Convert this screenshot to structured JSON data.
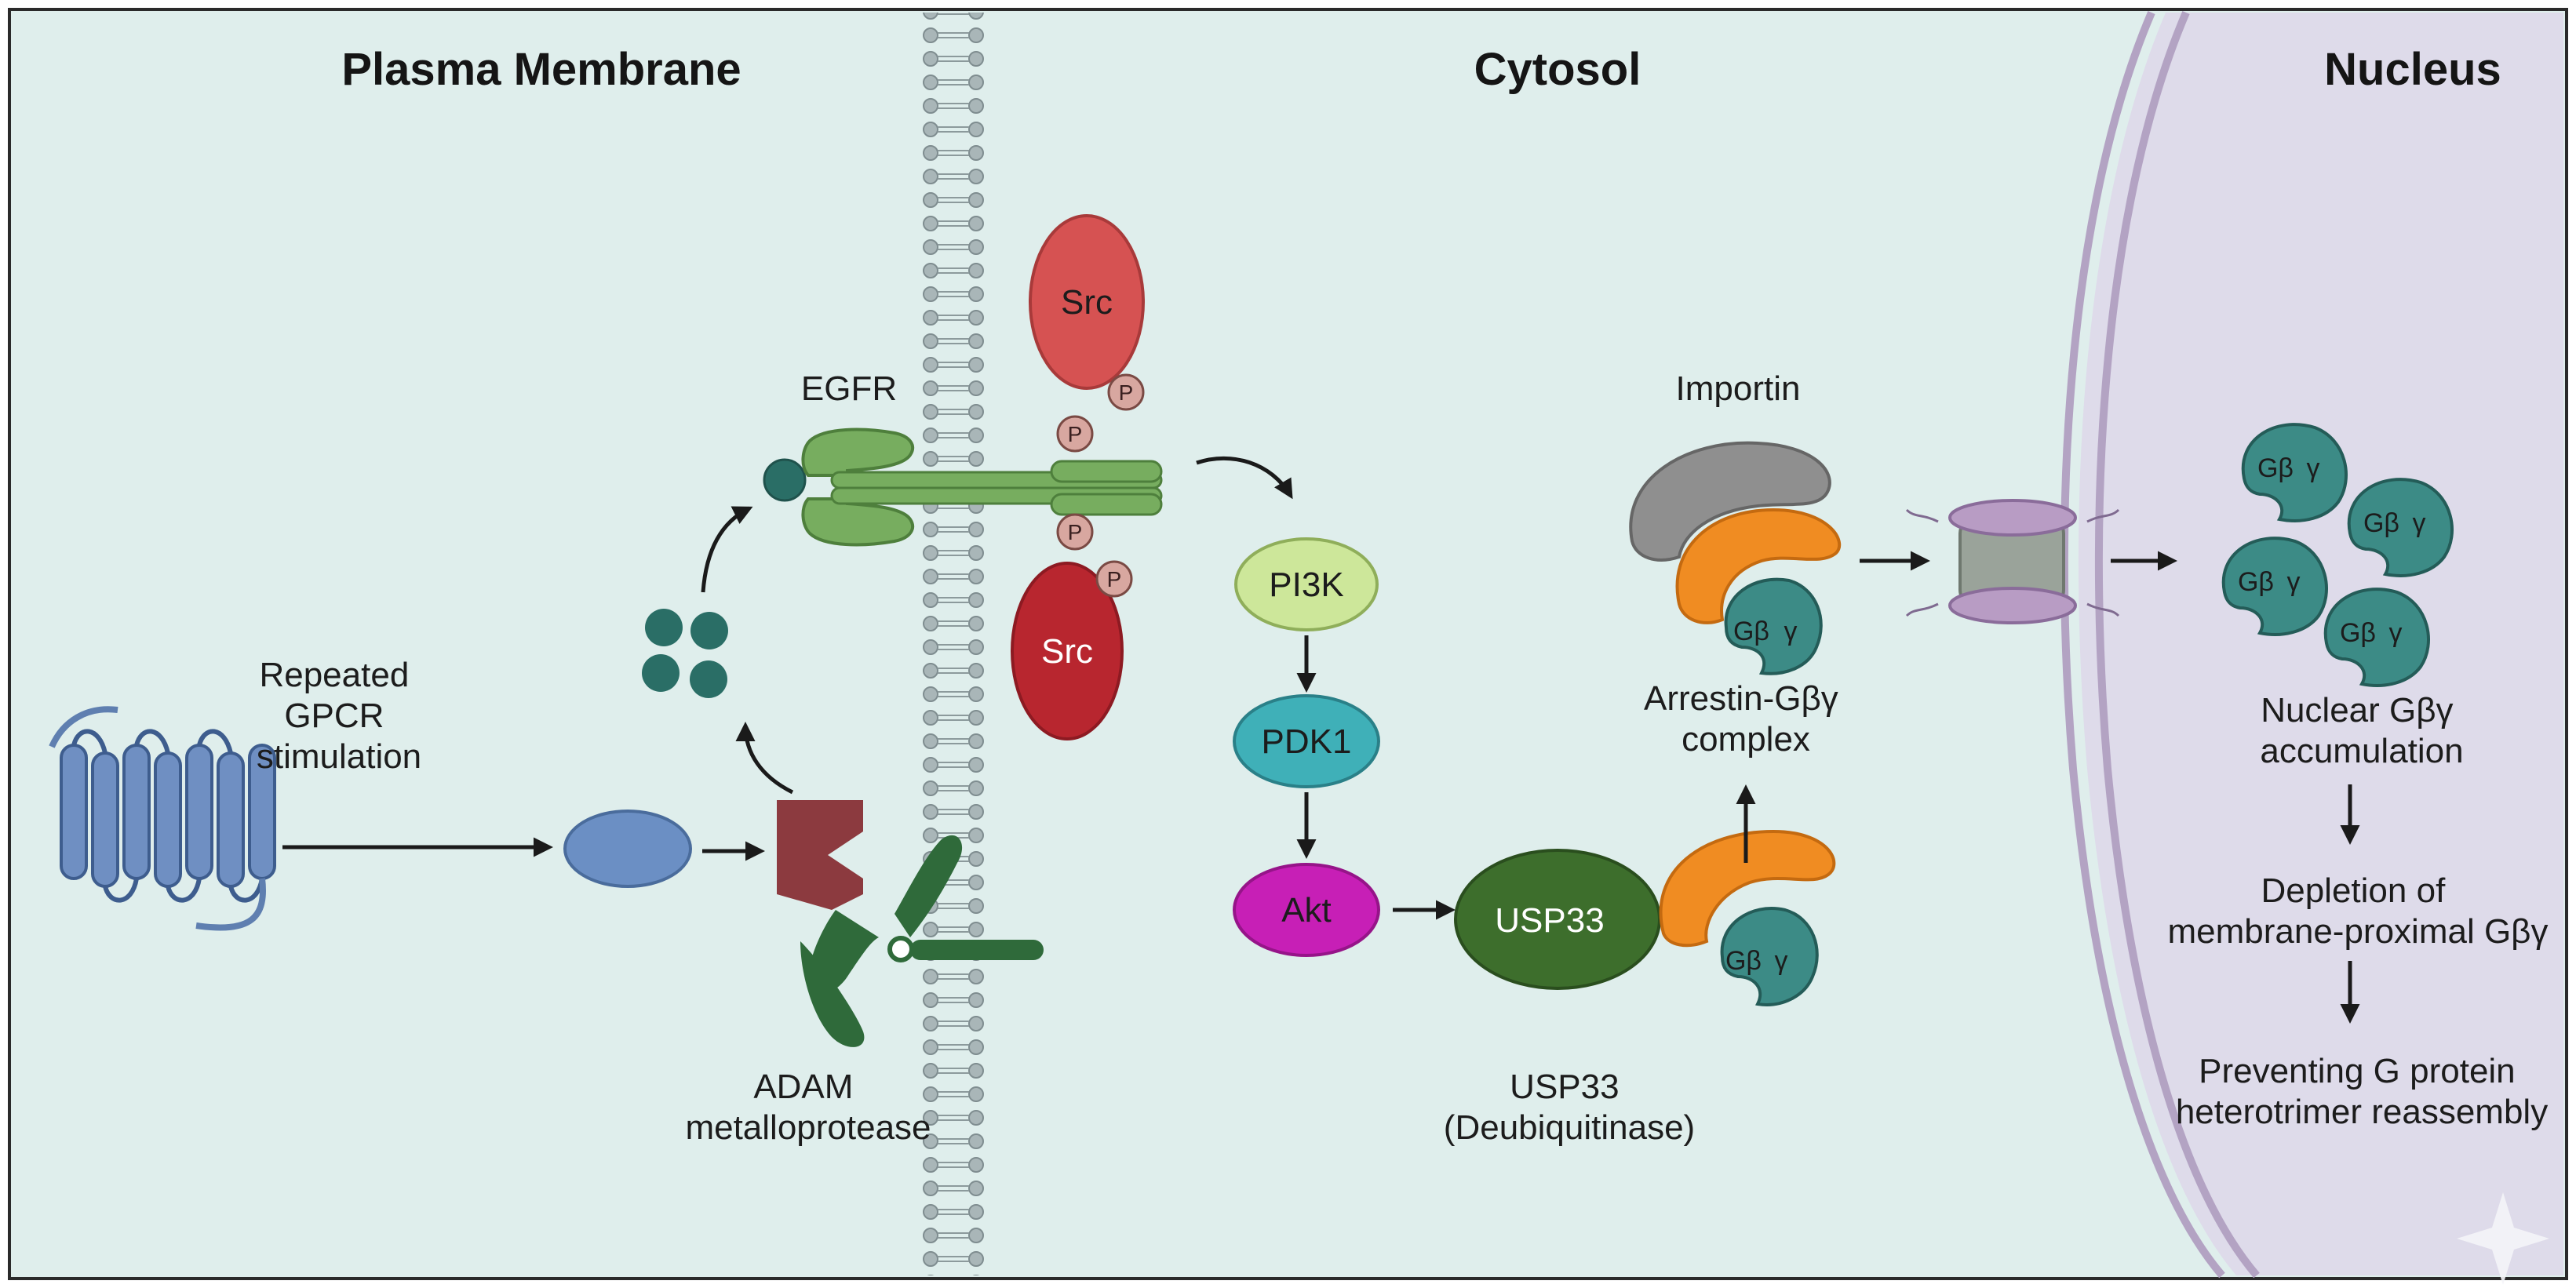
{
  "regions": {
    "plasma_membrane": "Plasma Membrane",
    "cytosol": "Cytosol",
    "nucleus": "Nucleus"
  },
  "labels": {
    "gpcr": [
      "Repeated",
      "GPCR",
      "stimulation"
    ],
    "egfr": "EGFR",
    "adam": [
      "ADAM",
      "metalloprotease"
    ],
    "src": "Src",
    "phospho": "P",
    "pi3k": "PI3K",
    "pdk1": "PDK1",
    "akt": "Akt",
    "usp33_node": "USP33",
    "usp33": [
      "USP33",
      "(Deubiquitinase)"
    ],
    "importin": "Importin",
    "arrestin_complex": [
      "Arrestin-Gβγ",
      "complex"
    ],
    "gb": "Gβ",
    "gg": "γ",
    "nuclear_accumulation": [
      "Nuclear Gβγ",
      "accumulation"
    ],
    "depletion": [
      "Depletion of",
      "membrane-proximal Gβγ"
    ],
    "preventing": [
      "Preventing G protein",
      "heterotrimer reassembly"
    ]
  },
  "colors": {
    "cytosol_bg": "#dfeeec",
    "nucleus_bg": "#dedbea",
    "membrane": "#b8c4c6",
    "gpcr": "#5f7fb0",
    "egfr": "#74a85c",
    "adam": "#2f6a3a",
    "ligand": "#2a6e66",
    "src_top": "#d65252",
    "src_bottom": "#b8262f",
    "pi3k": "#cde79a",
    "pdk1": "#3fb0b8",
    "akt": "#c71fb6",
    "usp33": "#3d6e2c",
    "arrestin": "#f08c22",
    "importin": "#8f8f8f",
    "gbg": "#3c8b86",
    "protease_cleaver": "#8c3a3f"
  }
}
